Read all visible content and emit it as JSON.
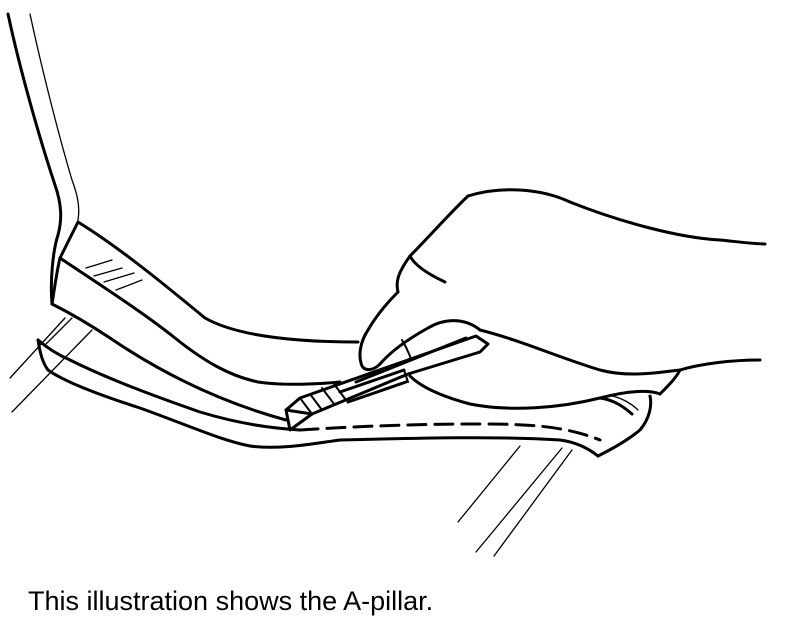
{
  "caption": "This illustration shows the A-pillar.",
  "colors": {
    "line": "#000000",
    "background": "#ffffff"
  },
  "icons": [
    "a-pillar-trim",
    "windshield-edge",
    "hand",
    "utility-knife",
    "dashed-cut-line"
  ]
}
